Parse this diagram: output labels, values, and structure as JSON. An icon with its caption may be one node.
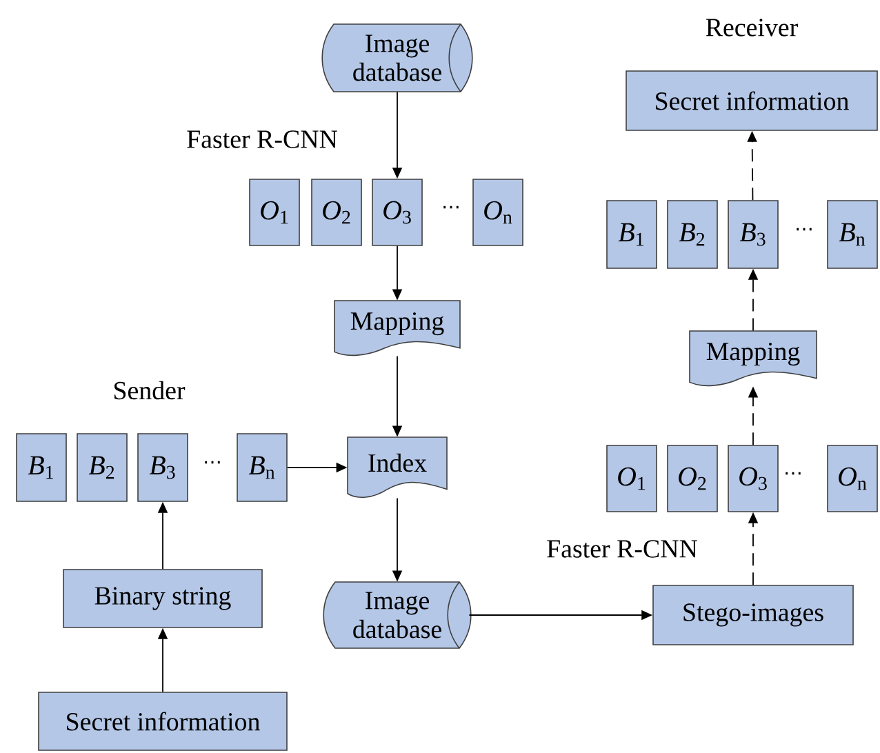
{
  "diagram": {
    "nodes": [
      {
        "text": [
          "Image database"
        ]
      },
      {
        "text": [
          "*O*$_{1}$"
        ]
      },
      {
        "text": [
          "*O*$_{2}$"
        ]
      },
      {
        "text": [
          "*O*$_{3}$"
        ]
      },
      {
        "text": [
          "*O*$_{n}$"
        ]
      },
      {
        "text": [
          "Mapping"
        ]
      },
      {
        "text": [
          "Secret information"
        ]
      },
      {
        "text": [
          "*B*$_{1}$"
        ]
      },
      {
        "text": [
          "*B*$_{2}$"
        ]
      },
      {
        "text": [
          "*B*$_{3}$"
        ]
      },
      {
        "text": [
          "*B*$_{n}$"
        ]
      },
      {
        "text": [
          "Mapping"
        ]
      },
      {
        "text": [
          "*O*$_{1}$"
        ]
      },
      {
        "text": [
          "*O*$_{2}$"
        ]
      },
      {
        "text": [
          "*O*$_{3}$"
        ]
      },
      {
        "text": [
          "*O*$_{n}$"
        ]
      },
      {
        "text": [
          "*B*$_{1}$"
        ]
      },
      {
        "text": [
          "*B*$_{2}$"
        ]
      },
      {
        "text": [
          "*B*$_{3}$"
        ]
      },
      {
        "text": [
          "*B*$_{n}$"
        ]
      },
      {
        "text": [
          "Index"
        ]
      },
      {
        "text": [
          "Binary string"
        ]
      },
      {
        "text": [
          "Secret information"
        ]
      },
      {
        "text": [
          "Image database"
        ]
      },
      {
        "text": [
          "Stego-images"
        ]
      }
    ],
    "edges": [
      {
        "from": 0,
        "to": 3,
        "arrow": "to"
      },
      {
        "from": 3,
        "to": 5,
        "arrow": "to"
      },
      {
        "from": 5,
        "to": 20,
        "arrow": "to"
      },
      {
        "from": 19,
        "to": 20,
        "arrow": "to"
      },
      {
        "from": 22,
        "to": 21,
        "arrow": "to"
      },
      {
        "from": 21,
        "to": 18,
        "arrow": "to"
      },
      {
        "from": 20,
        "to": 23,
        "arrow": "to"
      },
      {
        "from": 23,
        "to": 24,
        "arrow": "to"
      },
      {
        "from": 24,
        "to": 14,
        "arrow": "to",
        "style": "dashed"
      },
      {
        "from": 14,
        "to": 11,
        "arrow": "to",
        "style": "dashed"
      },
      {
        "from": 11,
        "to": 9,
        "arrow": "to",
        "style": "dashed"
      },
      {
        "from": 9,
        "to": 6,
        "arrow": "to",
        "style": "dashed"
      }
    ],
    "labels": [
      "Receiver",
      "Faster R-CNN",
      "⋯",
      "⋯",
      "Sender",
      "⋯",
      "⋯",
      "Faster R-CNN"
    ]
  }
}
